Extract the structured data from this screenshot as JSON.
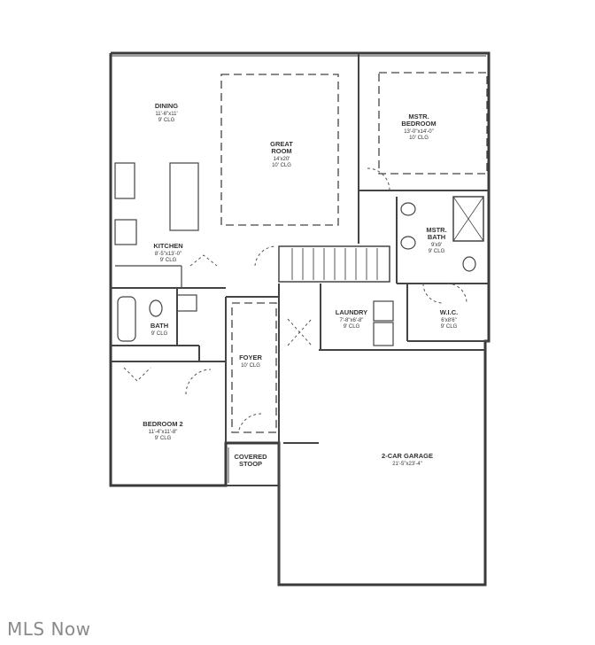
{
  "rooms": {
    "dining": {
      "name": "DINING",
      "dims": "11'-6\"x11'",
      "ceiling": "9' CLG"
    },
    "great": {
      "name1": "GREAT",
      "name2": "ROOM",
      "dims": "14'x20'",
      "ceiling": "10' CLG"
    },
    "master": {
      "name1": "MSTR.",
      "name2": "BEDROOM",
      "dims": "13'-0\"x14'-0\"",
      "ceiling": "10' CLG"
    },
    "masterbath": {
      "name1": "MSTR.",
      "name2": "BATH",
      "dims": "9'x9'",
      "ceiling": "9' CLG"
    },
    "kitchen": {
      "name": "KITCHEN",
      "dims": "8'-5\"x13'-0\"",
      "ceiling": "9' CLG"
    },
    "bath": {
      "name": "BATH",
      "ceiling": "9' CLG"
    },
    "laundry": {
      "name": "LAUNDRY",
      "dims": "7'-8\"x6'-8\"",
      "ceiling": "9' CLG"
    },
    "wic": {
      "name": "W.I.C.",
      "dims": "6'x8'6\"",
      "ceiling": "9' CLG"
    },
    "foyer": {
      "name": "FOYER",
      "ceiling": "10' CLG"
    },
    "bedroom2": {
      "name": "BEDROOM 2",
      "dims": "11'-4\"x11'-8\"",
      "ceiling": "9' CLG"
    },
    "stoop": {
      "name1": "COVERED",
      "name2": "STOOP"
    },
    "garage": {
      "name": "2-CAR GARAGE",
      "dims": "21'-5\"x23'-4\""
    }
  },
  "watermark": "MLS Now"
}
